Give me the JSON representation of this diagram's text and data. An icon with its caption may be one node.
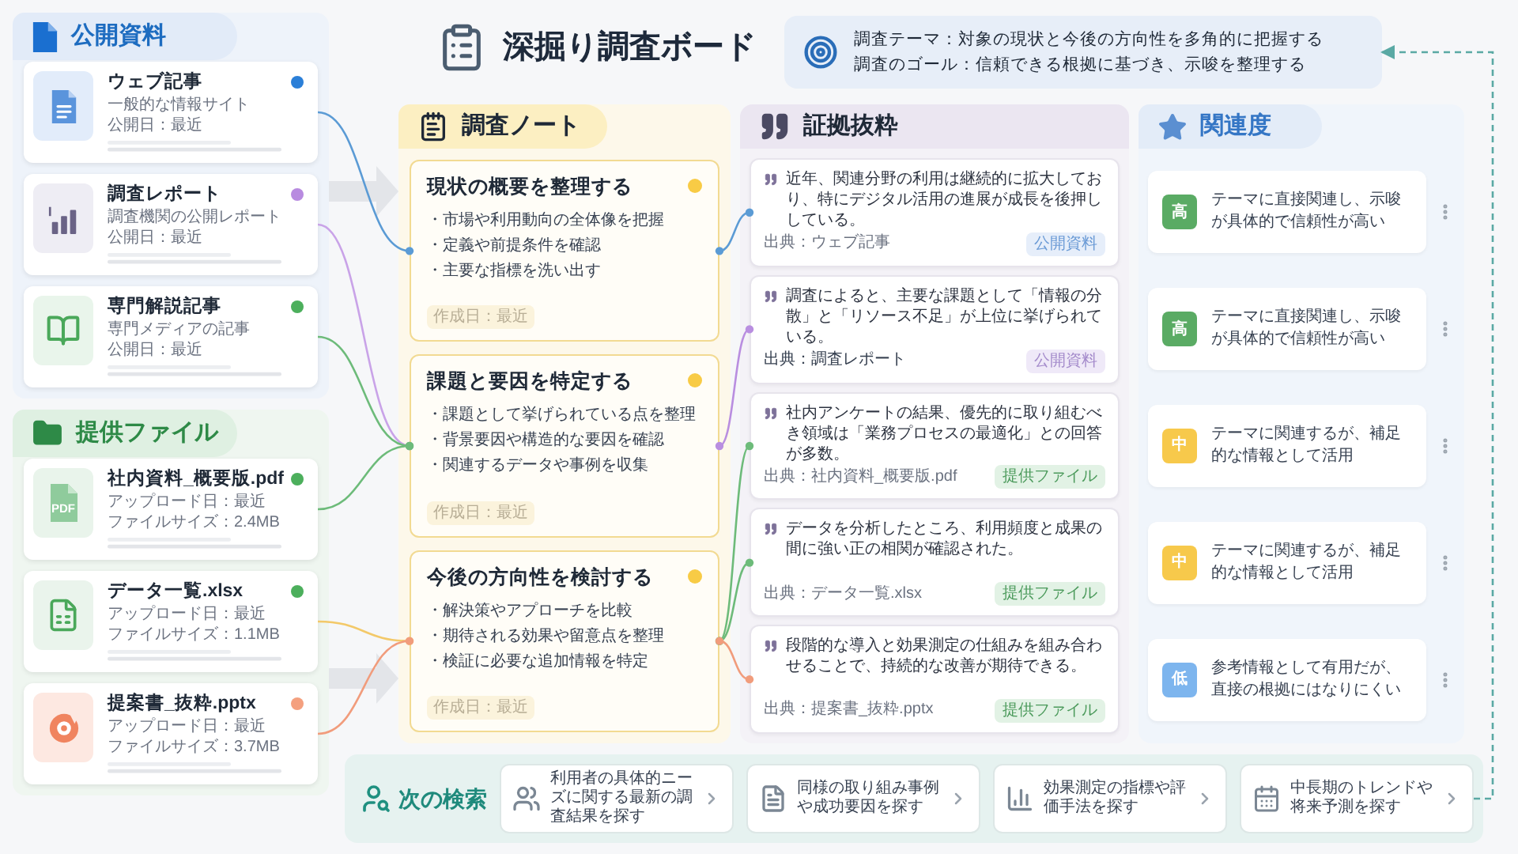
{
  "diagram": {
    "title": "深掘り調査ボード",
    "nodes": [
      {
        "text": [
          "公開資料"
        ]
      },
      {
        "text": [
          "ウェブ記事",
          "一般的な情報サイト",
          "公開日：最近"
        ],
        "in": 0
      },
      {
        "text": [
          "調査レポート",
          "調査機関の公開レポート",
          "公開日：最近"
        ],
        "in": 0
      },
      {
        "text": [
          "専門解説記事",
          "専門メディアの記事",
          "公開日：最近"
        ],
        "in": 0
      },
      {
        "text": [
          "提供ファイル"
        ]
      },
      {
        "text": [
          "社内資料_概要版.pdf",
          "アップロード日：最近",
          "ファイルサイズ：2.4MB"
        ],
        "in": 4
      },
      {
        "text": [
          "データ一覧.xlsx",
          "アップロード日：最近",
          "ファイルサイズ：1.1MB"
        ],
        "in": 4
      },
      {
        "text": [
          "提案書_抜粋.pptx",
          "アップロード日：最近",
          "ファイルサイズ：3.7MB"
        ],
        "in": 4
      },
      {
        "text": [
          "調査テーマ：対象の現状と今後の方向性を多角的に把握する",
          "調査のゴール：信頼できる根拠に基づき、示唆を整理する"
        ]
      },
      {
        "text": [
          "調査ノート"
        ]
      },
      {
        "text": [
          "現状の概要を整理する",
          "・市場や利用動向の全体像を把握",
          "・定義や前提条件を確認",
          "・主要な指標を洗い出す",
          "作成日：最近"
        ],
        "in": 9
      },
      {
        "text": [
          "課題と要因を特定する",
          "・課題として挙げられている点を整理",
          "・背景要因や構造的な要因を確認",
          "・関連するデータや事例を収集",
          "作成日：最近"
        ],
        "in": 9
      },
      {
        "text": [
          "今後の方向性を検討する",
          "・解決策やアプローチを比較",
          "・期待される効果や留意点を整理",
          "・検証に必要な追加情報を特定",
          "作成日：最近"
        ],
        "in": 9
      },
      {
        "text": [
          "証拠抜粋"
        ]
      },
      {
        "text": [
          "近年、関連分野の利用は継続的に拡大しており、特にデジタル活用の進展が成長を後押ししている。",
          "出典：ウェブ記事",
          "公開資料"
        ],
        "in": 13
      },
      {
        "text": [
          "調査によると、主要な課題として「情報の分散」と「リソース不足」が上位に挙げられている。",
          "出典：調査レポート",
          "公開資料"
        ],
        "in": 13
      },
      {
        "text": [
          "社内アンケートの結果、優先的に取り組むべき領域は「業務プロセスの最適化」との回答が多数。",
          "出典：社内資料_概要版.pdf",
          "提供ファイル"
        ],
        "in": 13
      },
      {
        "text": [
          "データを分析したところ、利用頻度と成果の間に強い正の相関が確認された。",
          "出典：データ一覧.xlsx",
          "提供ファイル"
        ],
        "in": 13
      },
      {
        "text": [
          "段階的な導入と効果測定の仕組みを組み合わせることで、持続的な改善が期待できる。",
          "出典：提案書_抜粋.pptx",
          "提供ファイル"
        ],
        "in": 13
      },
      {
        "text": [
          "関連度"
        ]
      },
      {
        "text": [
          "高",
          "テーマに直接関連し、示唆が具体的で信頼性が高い"
        ],
        "in": 19
      },
      {
        "text": [
          "高",
          "テーマに直接関連し、示唆が具体的で信頼性が高い"
        ],
        "in": 19
      },
      {
        "text": [
          "中",
          "テーマに関連するが、補足的な情報として活用"
        ],
        "in": 19
      },
      {
        "text": [
          "中",
          "テーマに関連するが、補足的な情報として活用"
        ],
        "in": 19
      },
      {
        "text": [
          "低",
          "参考情報として有用だが、直接の根拠にはなりにくい"
        ],
        "in": 19
      },
      {
        "text": [
          "次の検索"
        ]
      },
      {
        "text": [
          "利用者の具体的ニーズに関する最新の調査結果を探す"
        ],
        "in": 25
      },
      {
        "text": [
          "同様の取り組み事例や成功要因を探す"
        ],
        "in": 25
      },
      {
        "text": [
          "効果測定の指標や評価手法を探す"
        ],
        "in": 25
      },
      {
        "text": [
          "中長期のトレンドや将来予測を探す"
        ],
        "in": 25
      }
    ],
    "edges": [
      {
        "from": 1,
        "to": 10,
        "arrow": "other",
        "color": "#5b9bd5"
      },
      {
        "from": 2,
        "to": 11,
        "arrow": "other",
        "color": "#c9a3e8"
      },
      {
        "from": 3,
        "to": 11,
        "arrow": "other",
        "color": "#6dbb7a"
      },
      {
        "from": 5,
        "to": 11,
        "arrow": "other",
        "color": "#6dbb7a"
      },
      {
        "from": 6,
        "to": 12,
        "arrow": "other",
        "color": "#f3c969"
      },
      {
        "from": 7,
        "to": 12,
        "arrow": "other",
        "color": "#f19c7c"
      },
      {
        "from": 10,
        "to": 14,
        "arrow": "other",
        "color": "#5b9bd5"
      },
      {
        "from": 11,
        "to": 15,
        "arrow": "other",
        "color": "#b98ee0"
      },
      {
        "from": 12,
        "to": 16,
        "arrow": "other",
        "color": "#6dbb7a"
      },
      {
        "from": 12,
        "to": 17,
        "arrow": "other",
        "color": "#6dbb7a"
      },
      {
        "from": 12,
        "to": 18,
        "arrow": "other",
        "color": "#f19c7c"
      },
      {
        "from": 29,
        "to": 8,
        "arrow": "to",
        "style": "dashed",
        "color": "#5aa9a4"
      },
      {
        "from": 0,
        "to": 9,
        "arrow": "to",
        "style": "thick",
        "color": "#e3e5e9"
      },
      {
        "from": 4,
        "to": 9,
        "arrow": "to",
        "style": "thick",
        "color": "#e3e5e9"
      }
    ],
    "labels": [
      "PDF"
    ]
  }
}
